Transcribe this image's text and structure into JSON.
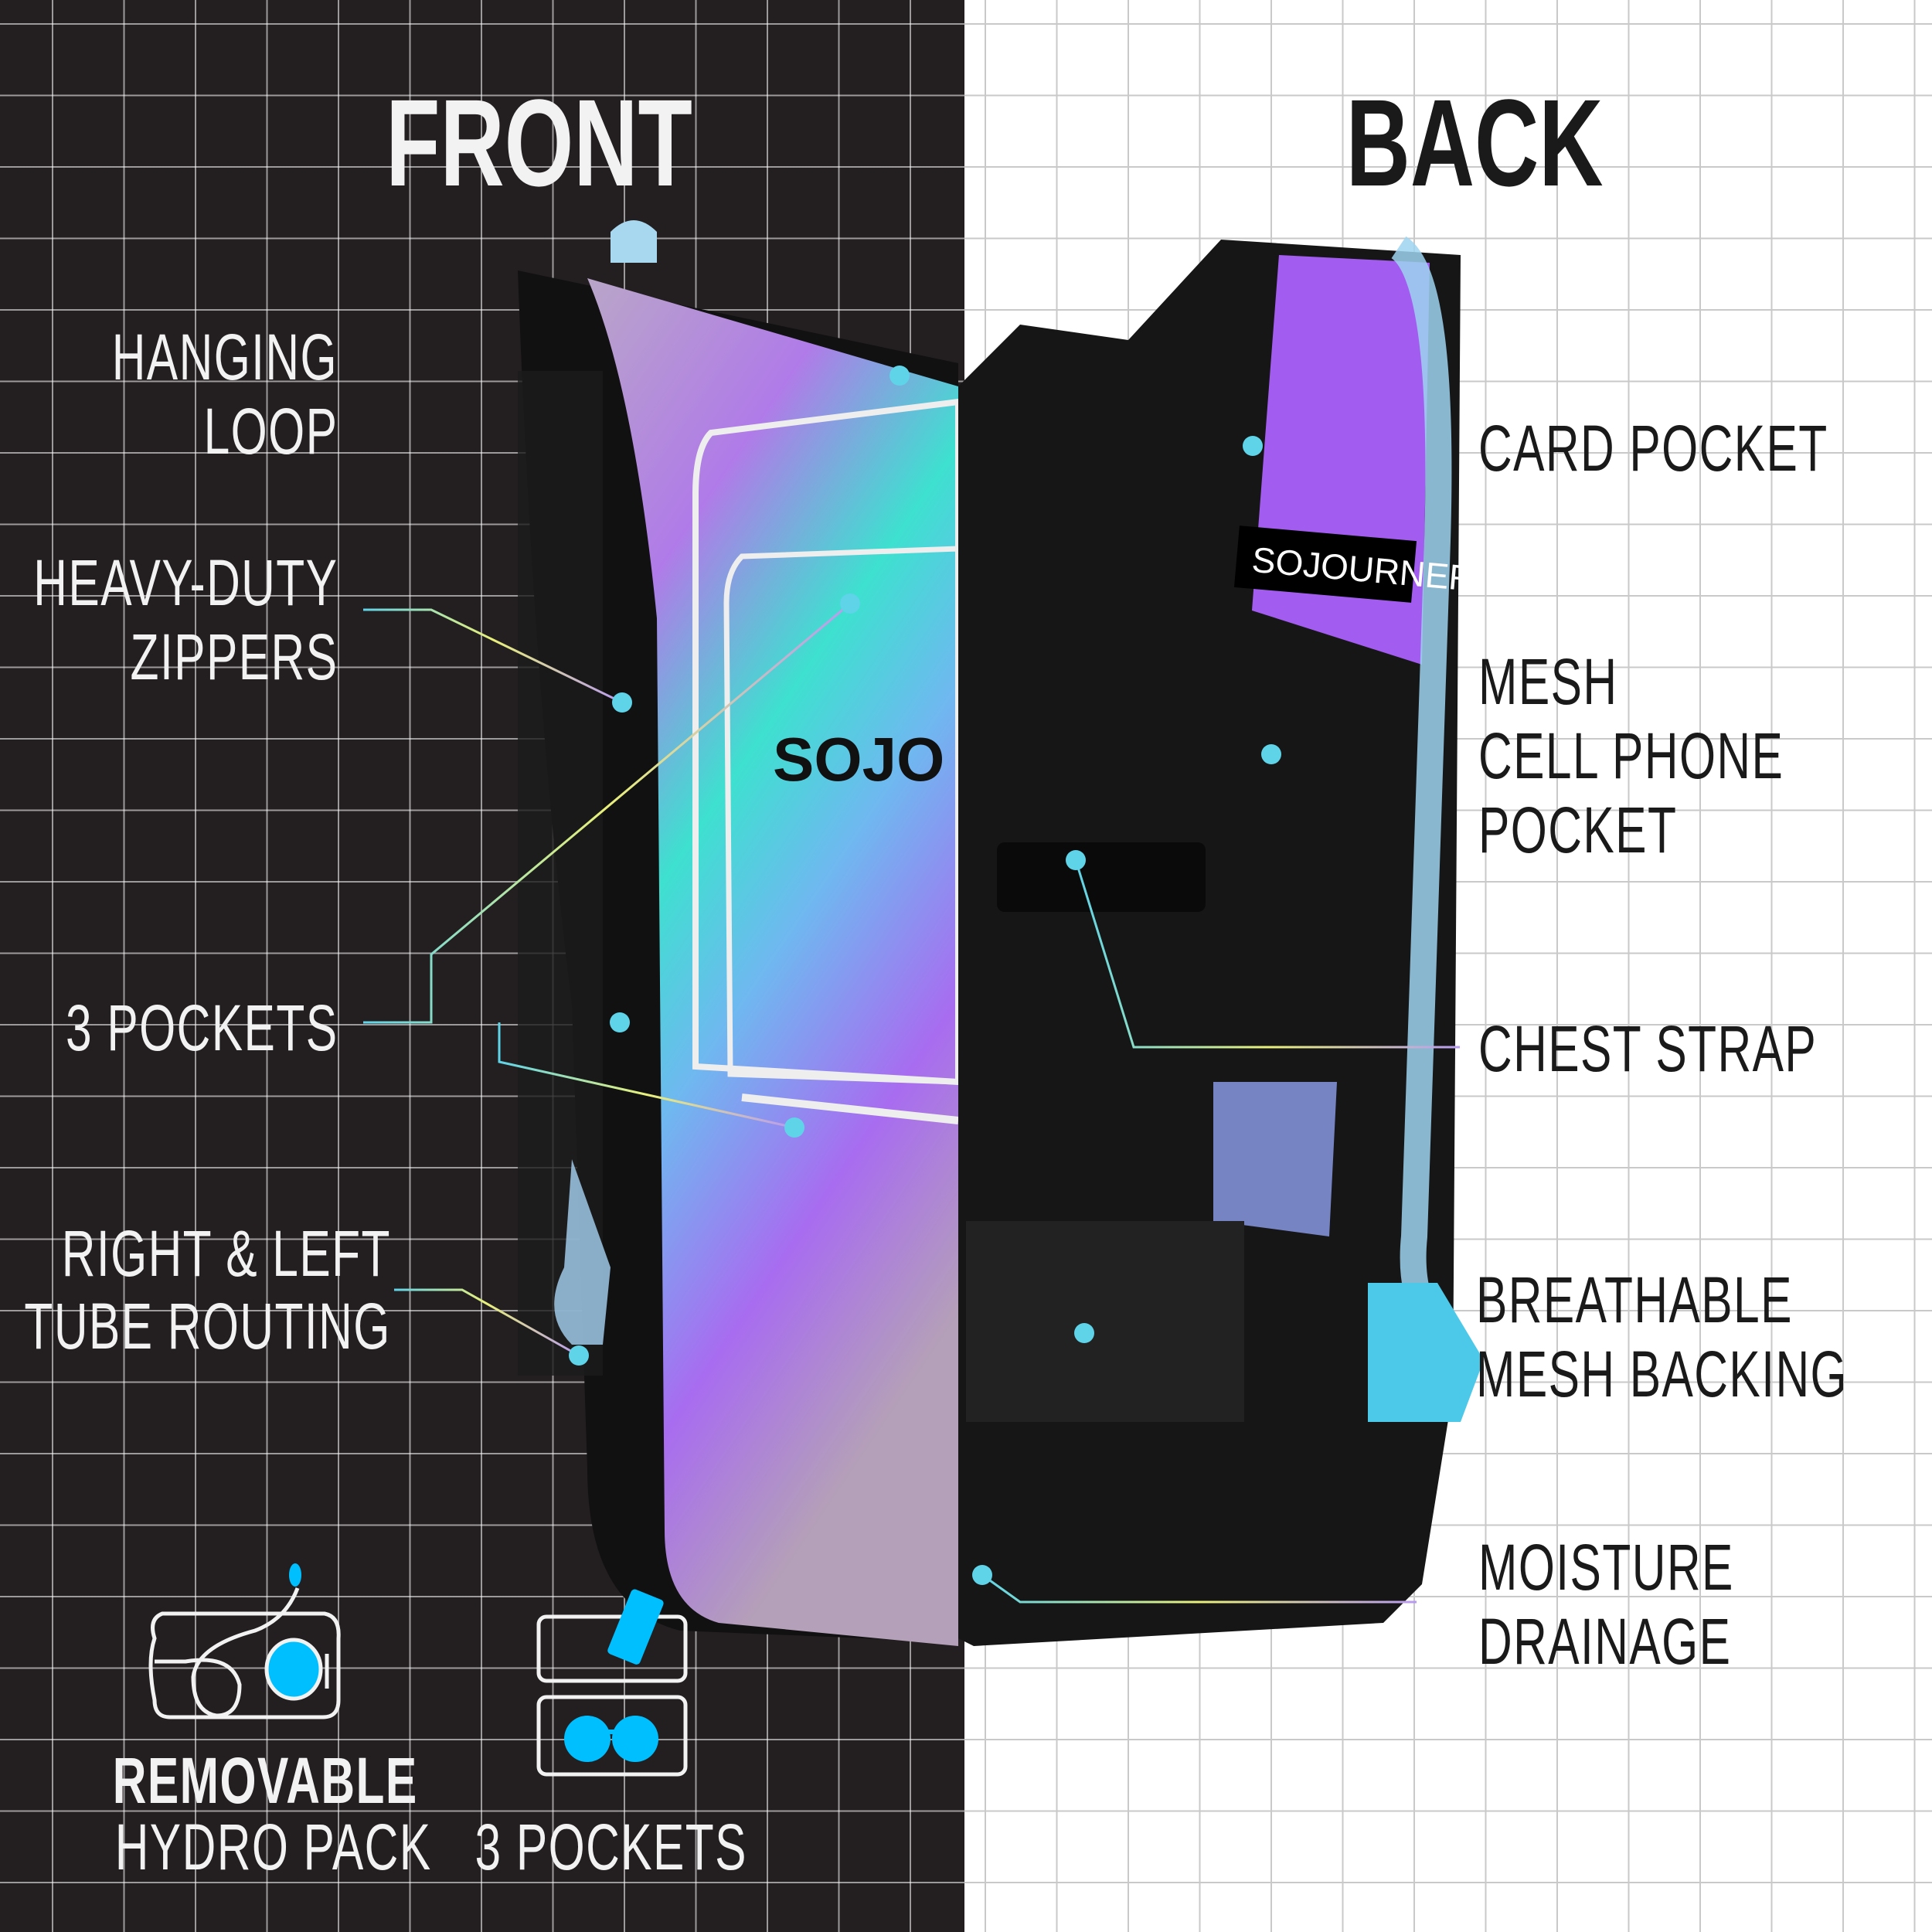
{
  "front": {
    "title": "FRONT",
    "features": {
      "hanging_loop": [
        "HANGING",
        "LOOP"
      ],
      "zippers": [
        "HEAVY-DUTY",
        "ZIPPERS"
      ],
      "pockets": [
        "3 POCKETS"
      ],
      "tube_routing": [
        "RIGHT & LEFT",
        "TUBE ROUTING"
      ]
    },
    "logo_text": "SOJO"
  },
  "back": {
    "title": "BACK",
    "features": {
      "card_pocket": [
        "CARD POCKET"
      ],
      "cell_pocket": [
        "MESH",
        "CELL PHONE",
        "POCKET"
      ],
      "chest_strap": [
        "CHEST STRAP"
      ],
      "mesh_backing": [
        "BREATHABLE",
        "MESH BACKING"
      ],
      "drainage": [
        "MOISTURE",
        "DRAINAGE"
      ]
    },
    "label_tag": "SOJOURNER"
  },
  "badges": {
    "hydro": {
      "line1": "REMOVABLE",
      "line2": "HYDRO PACK",
      "icon": "hydration-bladder-icon"
    },
    "pockets": {
      "line1": "3 POCKETS",
      "icon": "pockets-icon"
    }
  },
  "colors": {
    "accent": "#00bfff",
    "dot": "#5fd3e8",
    "dark": "#231f20"
  }
}
